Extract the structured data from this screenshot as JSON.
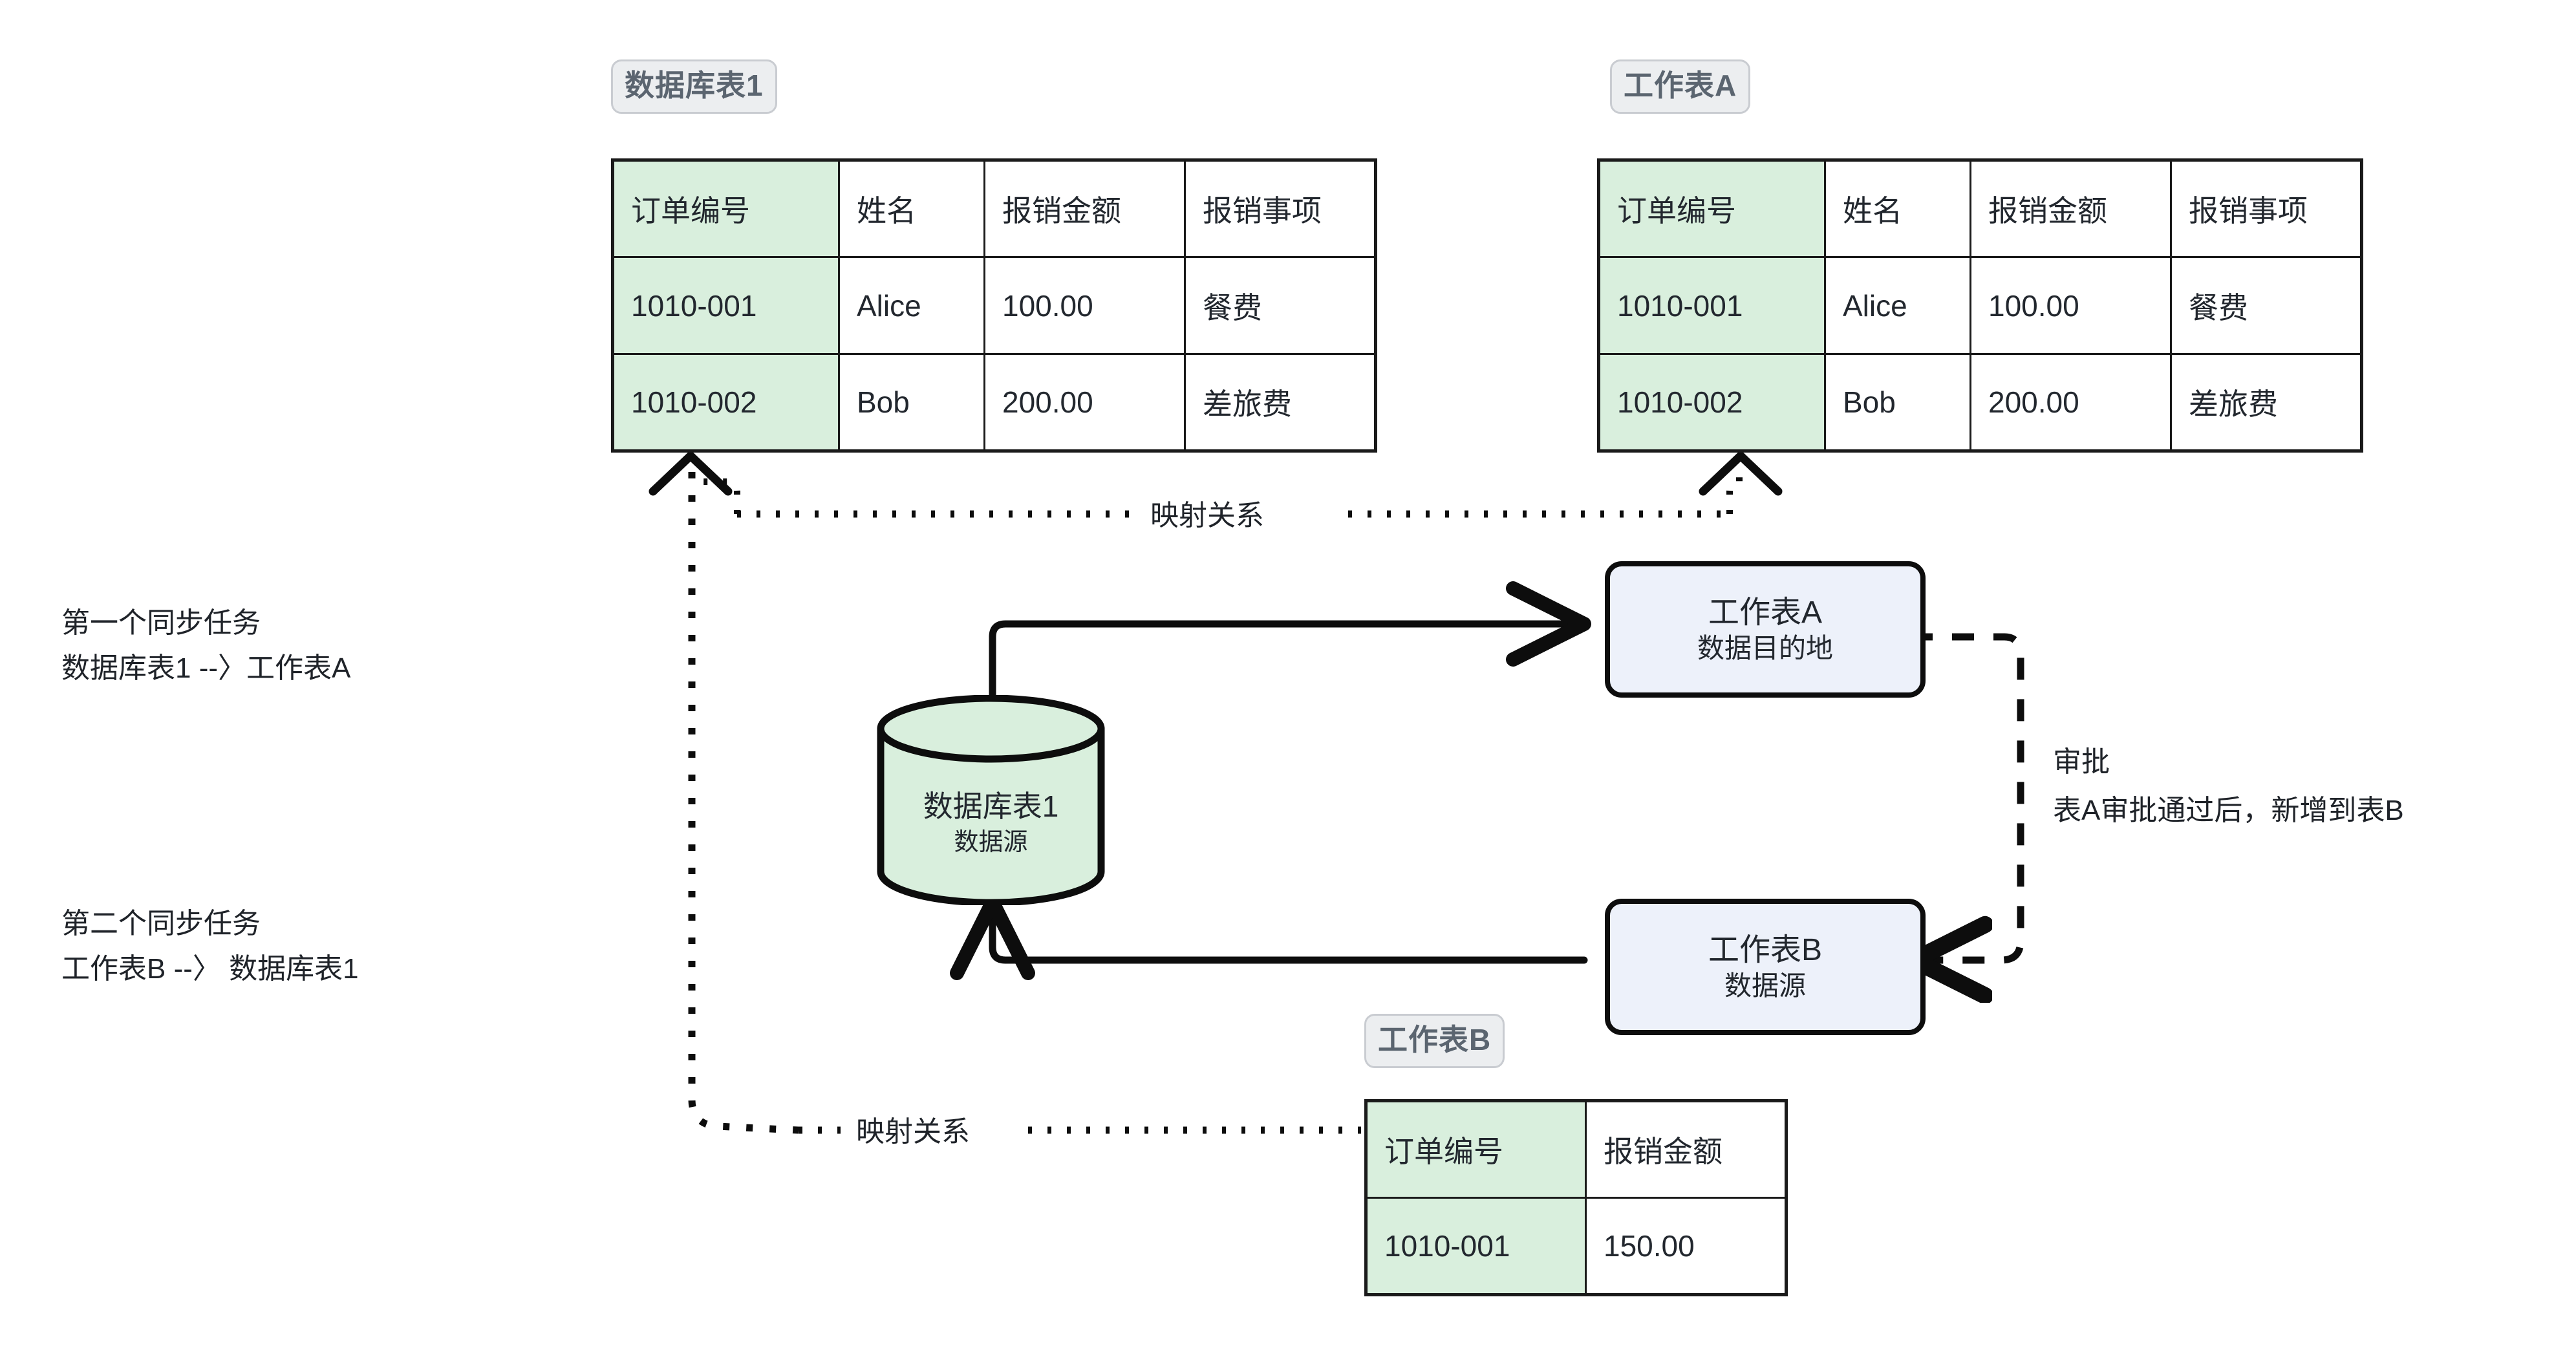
{
  "colors": {
    "key_column_fill": "#d9efdd",
    "process_box_fill": "#edf1fa",
    "badge_fill": "#eceef0",
    "badge_border": "#c9ccd1",
    "badge_text": "#5b6570",
    "stroke": "#0d0d0d",
    "text": "#22272e",
    "background": "#ffffff"
  },
  "badges": {
    "db_table1": "数据库表1",
    "worksheet_a": "工作表A",
    "worksheet_b": "工作表B"
  },
  "tables": {
    "db_table1": {
      "title": "数据库表1",
      "columns": [
        "订单编号",
        "姓名",
        "报销金额",
        "报销事项"
      ],
      "rows": [
        [
          "1010-001",
          "Alice",
          "100.00",
          "餐费"
        ],
        [
          "1010-002",
          "Bob",
          "200.00",
          "差旅费"
        ]
      ]
    },
    "worksheet_a": {
      "title": "工作表A",
      "columns": [
        "订单编号",
        "姓名",
        "报销金额",
        "报销事项"
      ],
      "rows": [
        [
          "1010-001",
          "Alice",
          "100.00",
          "餐费"
        ],
        [
          "1010-002",
          "Bob",
          "200.00",
          "差旅费"
        ]
      ]
    },
    "worksheet_b": {
      "title": "工作表B",
      "columns": [
        "订单编号",
        "报销金额"
      ],
      "rows": [
        [
          "1010-001",
          "150.00"
        ]
      ]
    }
  },
  "nodes": {
    "database": {
      "line1": "数据库表1",
      "line2": "数据源"
    },
    "worksheet_a_box": {
      "line1": "工作表A",
      "line2": "数据目的地"
    },
    "worksheet_b_box": {
      "line1": "工作表B",
      "line2": "数据源"
    }
  },
  "annotations": {
    "task1_line1": "第一个同步任务",
    "task1_line2": "数据库表1 --〉工作表A",
    "task2_line1": "第二个同步任务",
    "task2_line2": "工作表B --〉 数据库表1",
    "approval_line1": "审批",
    "approval_line2": "表A审批通过后，新增到表B",
    "mapping_top": "映射关系",
    "mapping_bottom": "映射关系"
  }
}
